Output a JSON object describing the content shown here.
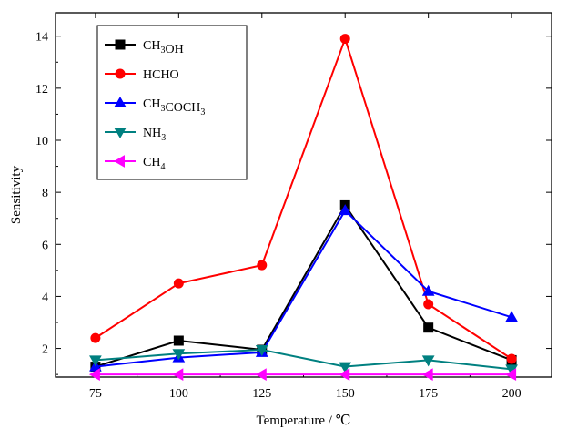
{
  "chart_data": {
    "type": "line",
    "xlabel": "Temperature / ℃",
    "ylabel": "Sensitivity",
    "x": [
      75,
      100,
      125,
      150,
      175,
      200
    ],
    "xlim": [
      63,
      212
    ],
    "ylim": [
      0.9,
      14.9
    ],
    "xticks": [
      75,
      100,
      125,
      150,
      175,
      200
    ],
    "yticks": [
      2,
      4,
      6,
      8,
      10,
      12,
      14
    ],
    "grid": false,
    "legend_position": "top-left",
    "series": [
      {
        "name": "CH3OH",
        "label_parts": [
          [
            "CH",
            ""
          ],
          [
            "3",
            "sub"
          ],
          [
            "OH",
            ""
          ]
        ],
        "color": "#000000",
        "marker": "square",
        "values": [
          1.3,
          2.3,
          1.95,
          7.5,
          2.8,
          1.55
        ]
      },
      {
        "name": "HCHO",
        "label_parts": [
          [
            "HCHO",
            ""
          ]
        ],
        "color": "#ff0000",
        "marker": "circle",
        "values": [
          2.4,
          4.5,
          5.2,
          13.9,
          3.7,
          1.6
        ]
      },
      {
        "name": "CH3COCH3",
        "label_parts": [
          [
            "CH",
            ""
          ],
          [
            "3",
            "sub"
          ],
          [
            "COCH",
            ""
          ],
          [
            "3",
            "sub"
          ]
        ],
        "color": "#0000ff",
        "marker": "triangle-up",
        "values": [
          1.3,
          1.65,
          1.85,
          7.3,
          4.2,
          3.2
        ]
      },
      {
        "name": "NH3",
        "label_parts": [
          [
            "NH",
            ""
          ],
          [
            "3",
            "sub"
          ]
        ],
        "color": "#008080",
        "marker": "triangle-down",
        "values": [
          1.55,
          1.8,
          1.95,
          1.3,
          1.55,
          1.2
        ]
      },
      {
        "name": "CH4",
        "label_parts": [
          [
            "CH",
            ""
          ],
          [
            "4",
            "sub"
          ]
        ],
        "color": "#ff00ff",
        "marker": "triangle-left",
        "values": [
          1.0,
          1.0,
          1.0,
          1.0,
          1.0,
          1.0
        ]
      }
    ]
  }
}
